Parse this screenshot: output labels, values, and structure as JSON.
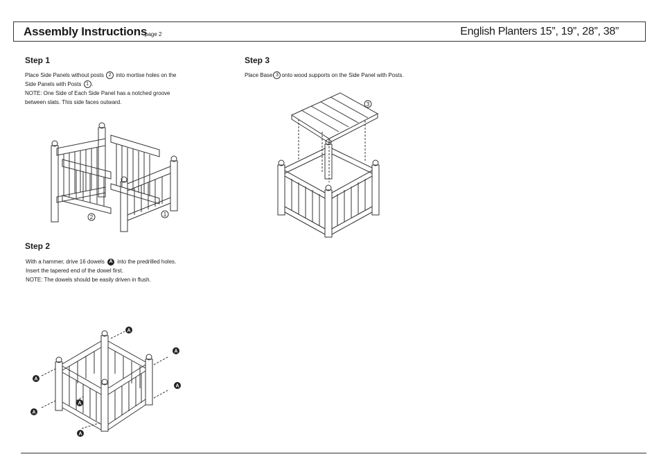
{
  "header": {
    "title": "Assembly Instructions",
    "page_label": "page 2",
    "product": "English Planters 15”, 19”, 28”, 38”"
  },
  "step1": {
    "heading": "Step 1",
    "line1_a": "Place Side Panels without posts",
    "ref_a": "2",
    "line1_b": "into mortise holes on the",
    "line2_a": "Side Panels with Posts",
    "ref_b": "1",
    "line2_b": ".",
    "note1": "NOTE: One Side of Each Side Panel has a notched groove",
    "note2": "between slats. This side faces outward.",
    "callout_2": "2",
    "callout_1": "1"
  },
  "step2": {
    "heading": "Step 2",
    "line1_a": "With a hammer, drive 16 dowels",
    "ref": "A",
    "line1_b": "into the predrilled holes.",
    "line2": "Insert the tapered end of the dowel first.",
    "note": "NOTE: The dowels should be easily driven in flush.",
    "dowel_label": "A"
  },
  "step3": {
    "heading": "Step 3",
    "line1_a": "Place Base",
    "ref": "3",
    "line1_b": "onto wood supports on the Side Panel with Posts.",
    "callout_3": "3"
  },
  "colors": {
    "ink": "#1a1a1a",
    "line": "#333333",
    "background": "#ffffff"
  }
}
